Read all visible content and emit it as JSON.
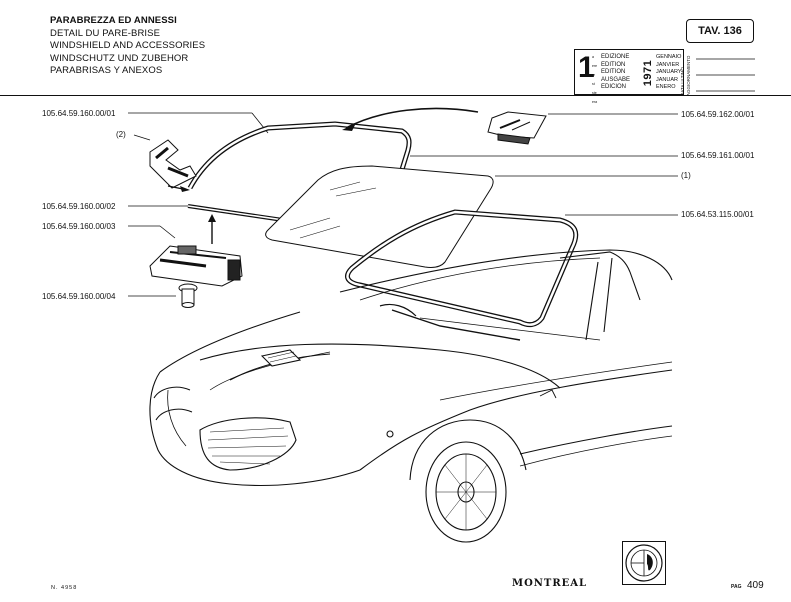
{
  "header": {
    "titles": [
      "PARABREZZA ED ANNESSI",
      "DETAIL DU PARE-BRISE",
      "WINDSHIELD AND ACCESSORIES",
      "WINDSCHUTZ UND ZUBEHOR",
      "PARABRISAS Y ANEXOS"
    ],
    "table_label": "TAV. 136"
  },
  "edition_box": {
    "number": "1",
    "number_labels": [
      "a",
      "ere",
      "re",
      "st",
      "ste",
      "era"
    ],
    "edition_words": [
      "EDIZIONE",
      "EDITION",
      "EDITION",
      "AUSGABE",
      "EDICION"
    ],
    "year": "1971",
    "months": [
      "GENNAIO",
      "JANVIER",
      "JANUARY",
      "JANUAR",
      "ENERO"
    ],
    "update_label_1": "DATA ULTIMO",
    "update_label_2": "AGGIORNAMENTO"
  },
  "callouts": {
    "left": [
      "105.64.59.160.00/01",
      "(2)",
      "105.64.59.160.00/02",
      "105.64.59.160.00/03",
      "105.64.59.160.00/04"
    ],
    "right": [
      "105.64.59.162.00/01",
      "105.64.59.161.00/01",
      "(1)",
      "105.64.53.115.00/01"
    ]
  },
  "footer": {
    "doc_number": "N. 4958",
    "brand": "MONTREAL",
    "page_label": "PAG",
    "page_number": "409"
  },
  "icons": [
    "windshield-glass-icon",
    "windshield-frame-icon",
    "gasket-corner-icon",
    "clip-bracket-icon",
    "rivet-icon",
    "car-illustration-icon",
    "alfa-romeo-logo-icon"
  ]
}
